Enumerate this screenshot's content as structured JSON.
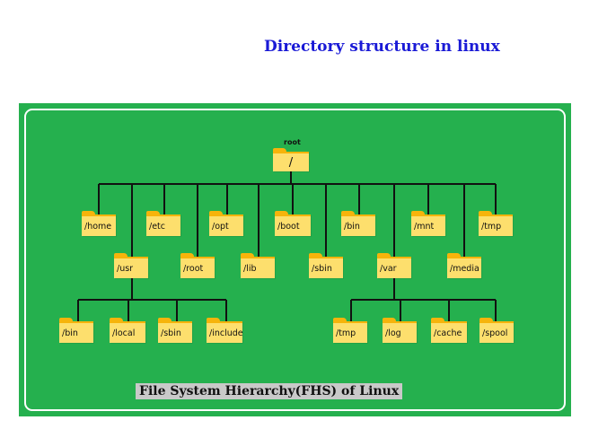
{
  "title": "Directory structure in linux",
  "root_caption": "root",
  "caption": "File System Hierarchy(FHS) of Linux",
  "colors": {
    "title": "#1a1ad6",
    "panel": "#25b04e",
    "folder_body": "#fddf6d",
    "folder_tab": "#f6b40b",
    "connector": "#111111"
  },
  "folders": {
    "root": "/",
    "home": "/home",
    "etc": "/etc",
    "opt": "/opt",
    "boot": "/boot",
    "bin": "/bin",
    "mnt": "/mnt",
    "tmp": "/tmp",
    "usr": "/usr",
    "root_dir": "/root",
    "lib": "/lib",
    "sbin": "/sbin",
    "var": "/var",
    "media": "/media",
    "usr_bin": "/bin",
    "usr_local": "/local",
    "usr_sbin": "/sbin",
    "usr_include": "/include",
    "var_tmp": "/tmp",
    "var_log": "/log",
    "var_cache": "/cache",
    "var_spool": "/spool"
  }
}
